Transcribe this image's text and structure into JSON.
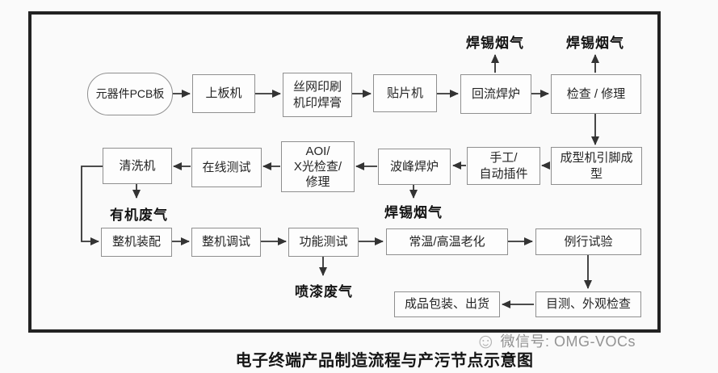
{
  "diagram": {
    "caption": "电子终端产品制造流程与产污节点示意图",
    "watermark": {
      "icon": "smiley-face",
      "text": "微信号: OMG-VOCs"
    },
    "colors": {
      "frame": "#222222",
      "box_border": "#8f8f8f",
      "arrow": "#333333",
      "text": "#242424",
      "watermark": "#878787",
      "background": "#fafafa"
    },
    "nodes": {
      "pcb": "元器件PCB板",
      "board_loader": "上板机",
      "screen_printer": "丝网印刷\n机印焊膏",
      "pick_place": "贴片机",
      "reflow_oven": "回流焊炉",
      "inspect_repair": "检查 / 修理",
      "forming_machine": "成型机引脚成\n型",
      "manual_insert": "手工/\n自动插件",
      "wave_solder": "波峰焊炉",
      "aoi_xray": "AOI/\nX光检查/\n修理",
      "inline_test": "在线测试",
      "cleaning_machine": "清洗机",
      "assembly": "整机装配",
      "tuning": "整机调试",
      "function_test": "功能测试",
      "aging": "常温/高温老化",
      "routine_test": "例行试验",
      "visual_inspect": "目测、外观检查",
      "packing": "成品包装、出货"
    },
    "emissions": {
      "reflow_fume": "焊锡烟气",
      "inspect_fume": "焊锡烟气",
      "wave_fume": "焊锡烟气",
      "organic_waste_gas": "有机废气",
      "paint_waste_gas": "喷漆废气"
    }
  }
}
